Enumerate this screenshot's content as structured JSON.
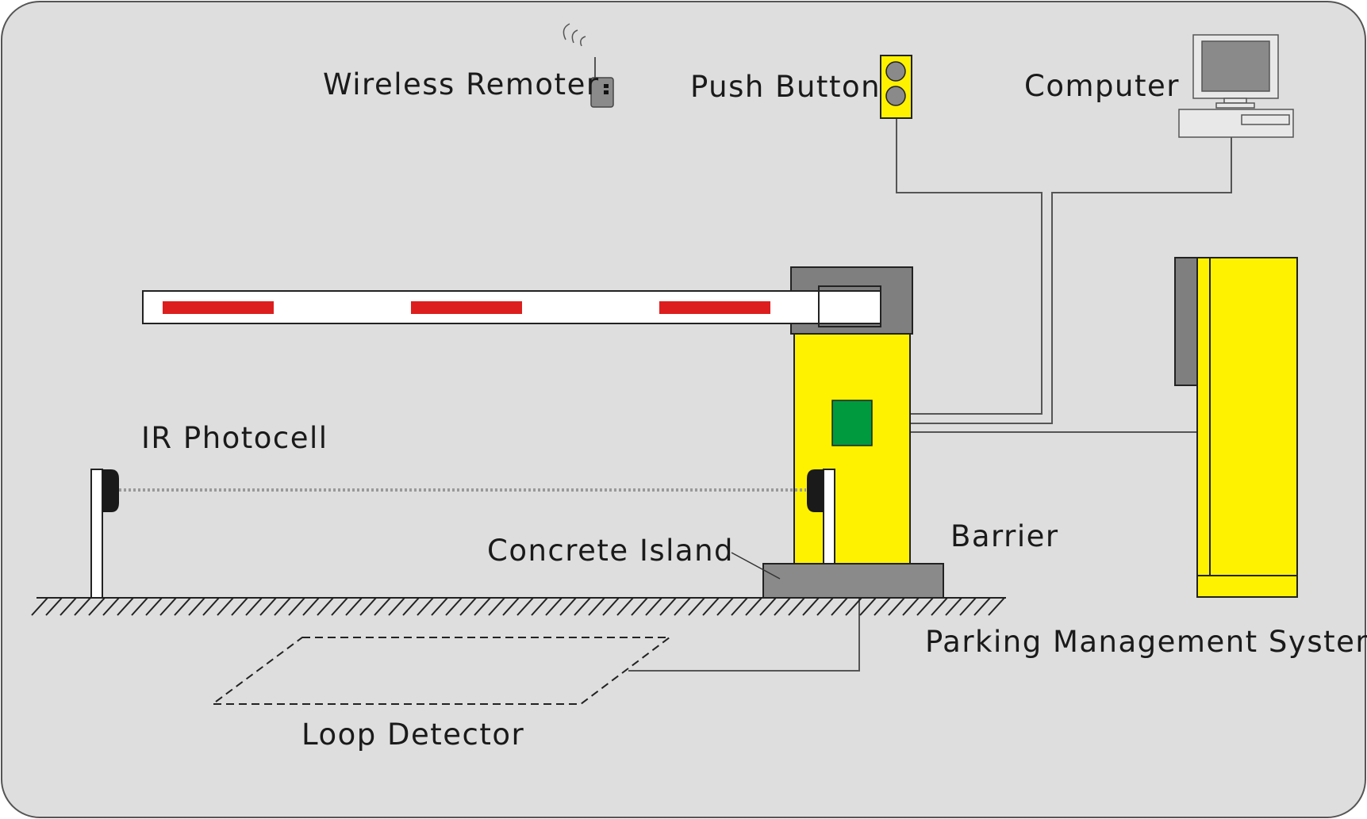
{
  "labels": {
    "wireless_remoter": "Wireless Remoter",
    "push_button": "Push  Button",
    "computer": "Computer",
    "ir_photocell": "IR Photocell",
    "concrete_island": "Concrete  Island",
    "barrier": "Barrier",
    "parking_management_system": "Parking  Management  System",
    "loop_detector": "Loop  Detector"
  },
  "colors": {
    "background": "#dedede",
    "barrier_body": "#fff200",
    "boom_stripe": "#dd1e1e",
    "controller_board": "#009a3e",
    "housing_gray": "#7f7f7f",
    "island_gray": "#8a8a8a"
  }
}
